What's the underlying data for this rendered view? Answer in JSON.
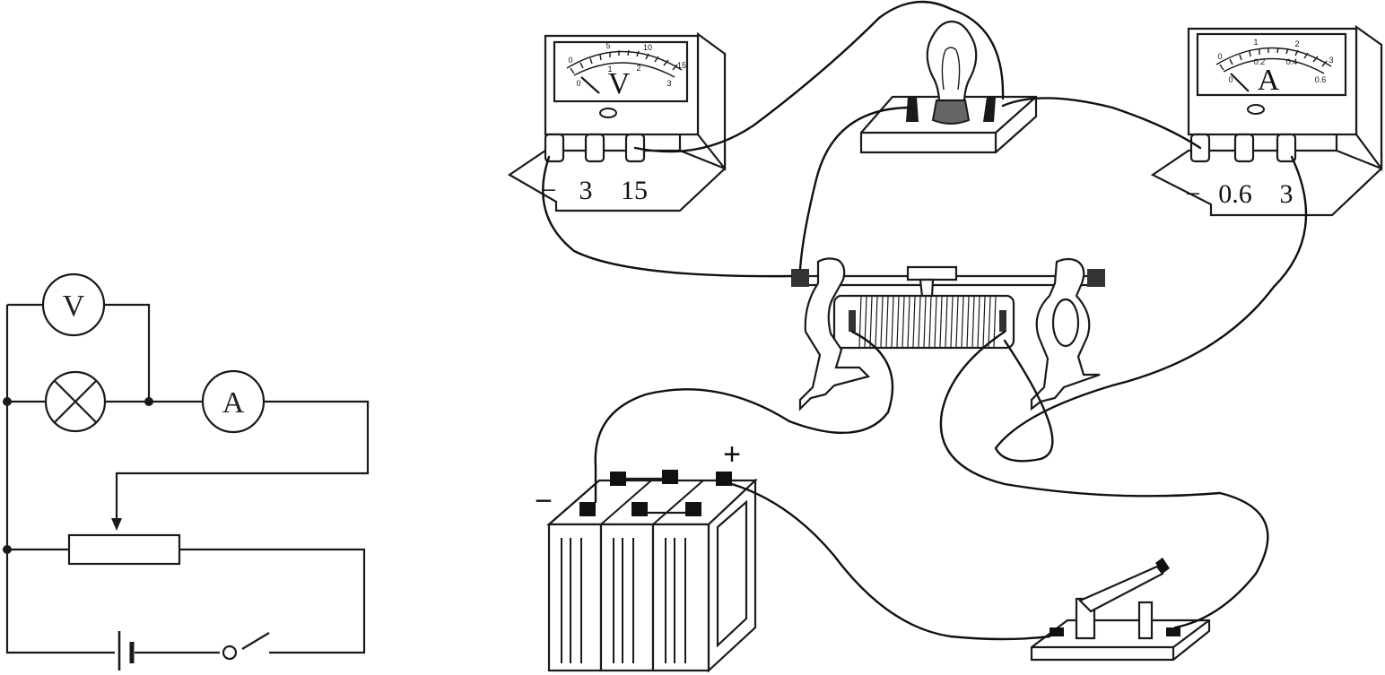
{
  "schematic": {
    "voltmeter_symbol": "V",
    "ammeter_symbol": "A"
  },
  "apparatus": {
    "voltmeter": {
      "letter": "V",
      "scale_top": [
        "0",
        "5",
        "10",
        "15"
      ],
      "scale_bottom": [
        "0",
        "1",
        "2",
        "3"
      ],
      "terminals": [
        "−",
        "3",
        "15"
      ]
    },
    "ammeter": {
      "letter": "A",
      "scale_top": [
        "0",
        "1",
        "2",
        "3"
      ],
      "scale_bottom": [
        "0",
        "0.2",
        "0.4",
        "0.6"
      ],
      "terminals": [
        "−",
        "0.6",
        "3"
      ]
    },
    "battery": {
      "negative_sign": "−",
      "positive_sign": "+"
    }
  }
}
